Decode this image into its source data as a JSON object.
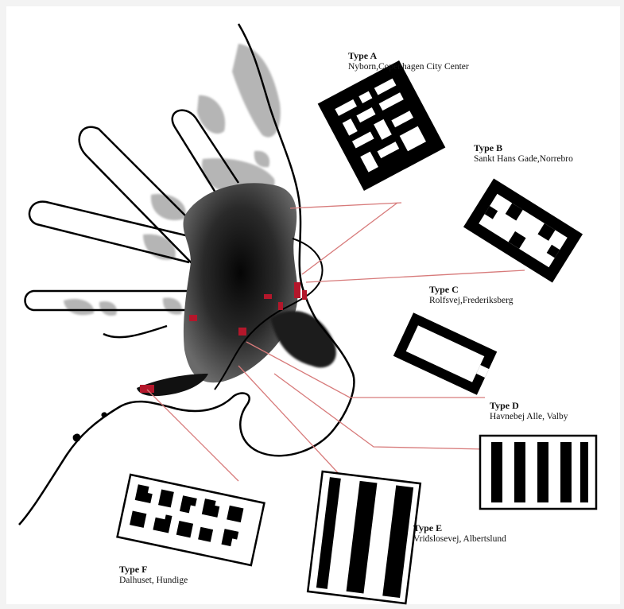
{
  "diagram": {
    "colors": {
      "background": "#ffffff",
      "frame": "#f3f3f3",
      "ink": "#000000",
      "connector": "#d77a7a",
      "accent_red": "#b3172b",
      "grey_patch": "#b5b5b5",
      "dark_core": "#222222"
    },
    "types": [
      {
        "id": "A",
        "title": "Type A",
        "place": "Nyborn,Copenhagen City Center"
      },
      {
        "id": "B",
        "title": "Type B",
        "place": "Sankt Hans Gade,Norrebro"
      },
      {
        "id": "C",
        "title": "Type C",
        "place": "Rolfsvej,Frederiksberg"
      },
      {
        "id": "D",
        "title": "Type D",
        "place": "Havnebej Alle, Valby"
      },
      {
        "id": "E",
        "title": "Type E",
        "place": "Vridslosevej, Albertslund"
      },
      {
        "id": "F",
        "title": "Type F",
        "place": "Dalhuset, Hundige"
      }
    ]
  }
}
